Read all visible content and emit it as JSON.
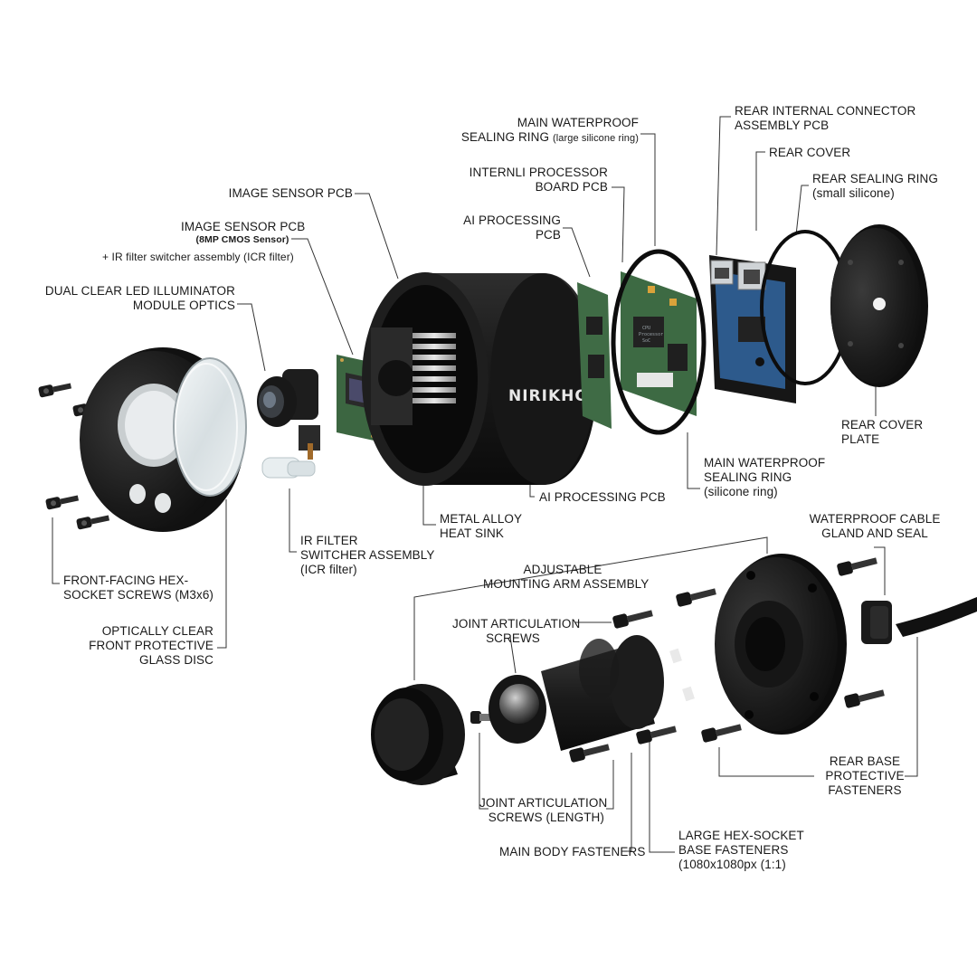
{
  "brand": "NIRIKHON",
  "labels": {
    "image_sensor_pcb_top": "IMAGE SENSOR PCB",
    "image_sensor_pcb": {
      "line1": "IMAGE SENSOR PCB",
      "line2": "(8MP CMOS Sensor)",
      "line3": "+ IR filter switcher assembly (ICR filter)"
    },
    "led_module": {
      "line1": "DUAL CLEAR LED ILLUMINATOR",
      "line2": "MODULE OPTICS"
    },
    "main_ring_top": {
      "line1": "MAIN WATERPROOF",
      "line2": "SEALING RING",
      "line2_small": "(large silicone ring)"
    },
    "internal_processor": {
      "line1": "INTERNLI PROCESSOR",
      "line2": "BOARD PCB"
    },
    "ai_processing_top": {
      "line1": "AI PROCESSING",
      "line2": "PCB"
    },
    "rear_connector": {
      "line1": "REAR INTERNAL CONNECTOR",
      "line2": "ASSEMBLY PCB"
    },
    "rear_cover": "REAR COVER",
    "rear_sealing": {
      "line1": "REAR SEALING RING",
      "line2": "(small silicone)"
    },
    "rear_cover_plate": {
      "line1": "REAR COVER",
      "line2": "PLATE"
    },
    "main_ring_bottom": {
      "line1": "MAIN WATERPROOF",
      "line2": "SEALING RING",
      "line3": "(silicone ring)"
    },
    "ai_processing_bottom": "AI PROCESSING PCB",
    "heat_sink": {
      "line1": "METAL ALLOY",
      "line2": "HEAT SINK"
    },
    "ir_filter": {
      "line1": "IR FILTER",
      "line2": "SWITCHER ASSEMBLY",
      "line3": "(ICR filter)"
    },
    "front_screws": {
      "line1": "FRONT-FACING HEX-",
      "line2": "SOCKET SCREWS (M3x6)"
    },
    "glass_disc": {
      "line1": "OPTICALLY CLEAR",
      "line2": "FRONT PROTECTIVE",
      "line3": "GLASS DISC"
    },
    "cable_gland": {
      "line1": "WATERPROOF CABLE",
      "line2": "GLAND AND SEAL"
    },
    "mounting_arm": {
      "line1": "ADJUSTABLE",
      "line2": "MOUNTING ARM ASSEMBLY"
    },
    "joint_screws": {
      "line1": "JOINT ARTICULATION",
      "line2": "SCREWS"
    },
    "joint_screws_length": {
      "line1": "JOINT ARTICULATION",
      "line2": "SCREWS (LENGTH)"
    },
    "main_body_fasteners": "MAIN BODY FASTENERS",
    "large_hex": {
      "line1": "LARGE HEX-SOCKET",
      "line2": "BASE FASTENERS",
      "line3": "(1080x1080px (1:1)"
    },
    "rear_base": {
      "line1": "REAR BASE",
      "line2": "PROTECTIVE",
      "line3": "FASTENERS"
    }
  },
  "pcb_chip_text": {
    "line1": "CPU",
    "line2": "Processor",
    "line3": "SoC"
  },
  "colors": {
    "body": "#1c1c1c",
    "pcb_green": "#3f6b45",
    "pcb_blue": "#2d5a8c",
    "leader": "#333333"
  }
}
